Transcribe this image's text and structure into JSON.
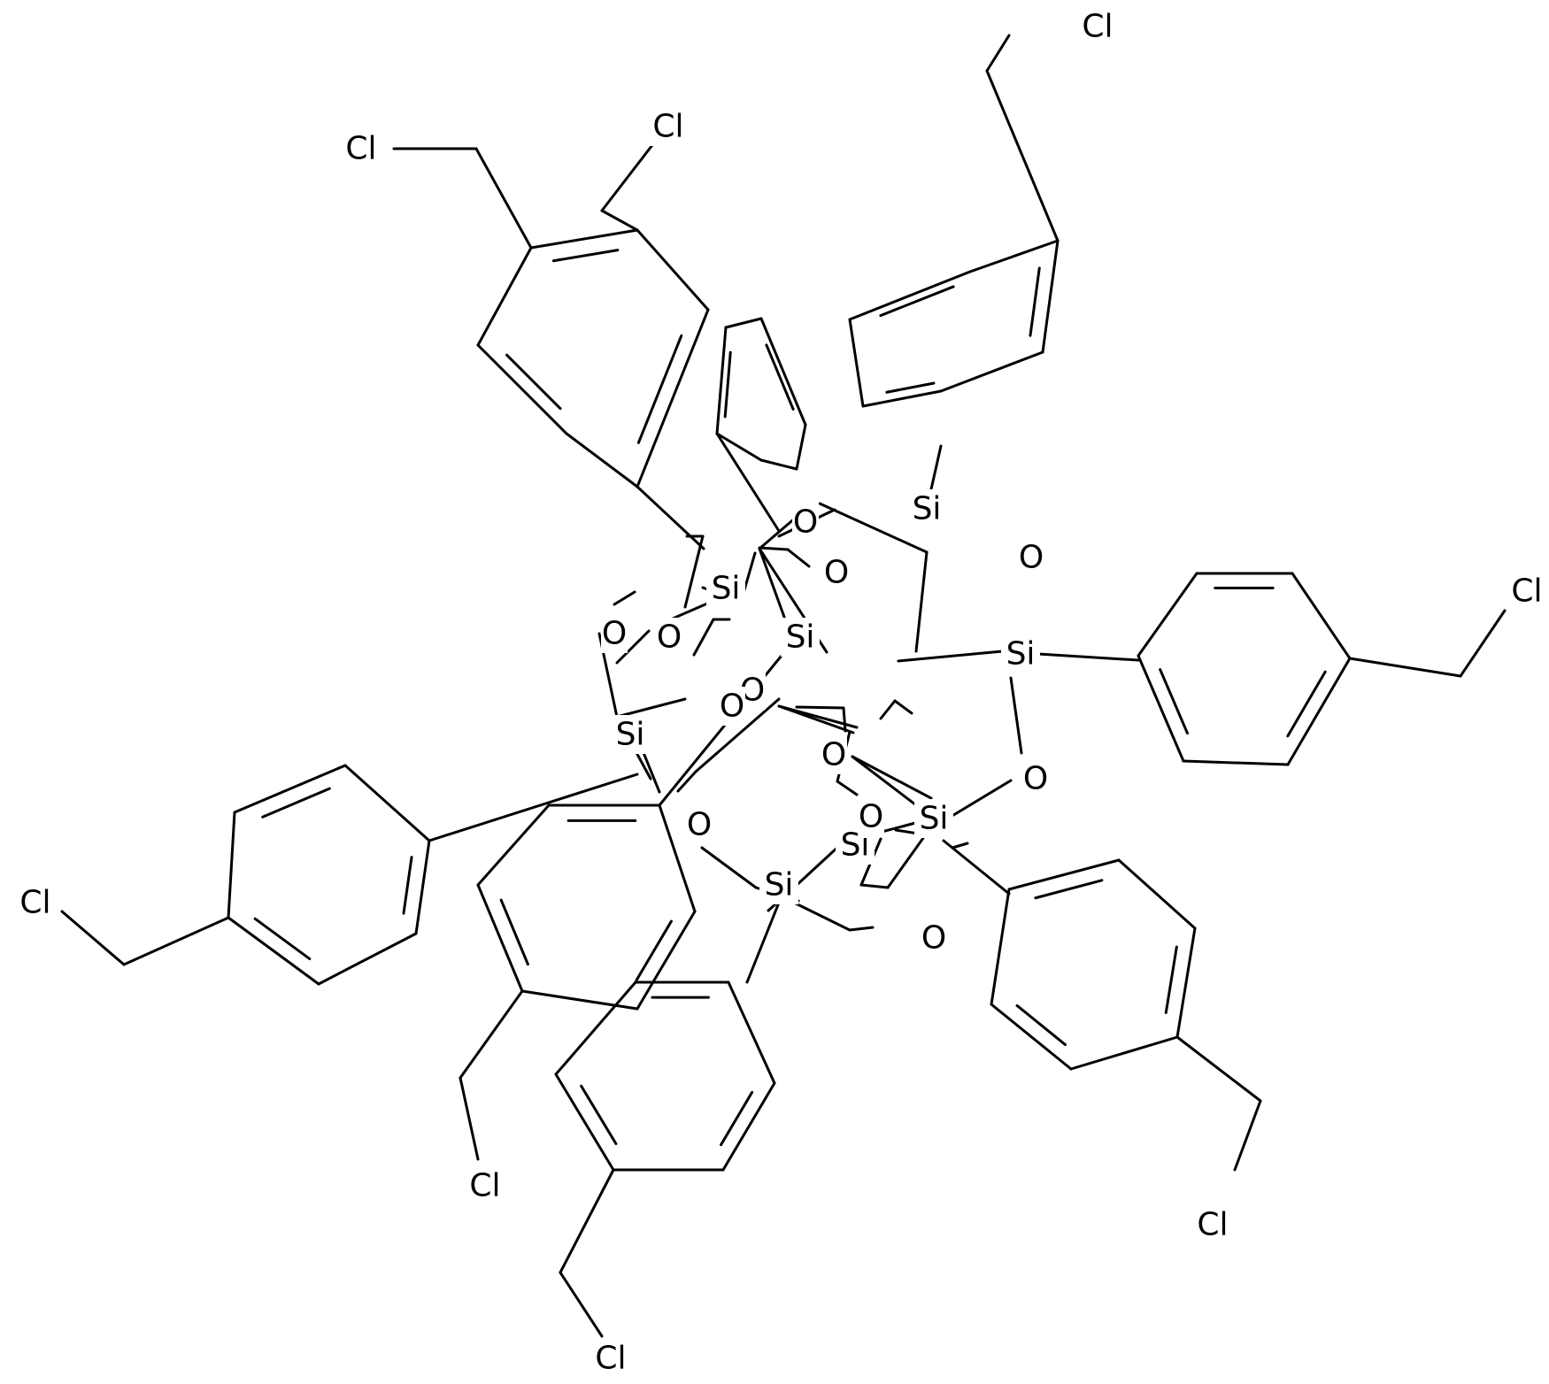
{
  "structure": {
    "atom_labels": {
      "si": "Si",
      "o": "O",
      "cl": "Cl"
    },
    "counts": {
      "si": 8,
      "o": 12,
      "cl": 8
    },
    "colors": {
      "bond": "#000000",
      "background": "#ffffff",
      "text": "#000000"
    }
  }
}
